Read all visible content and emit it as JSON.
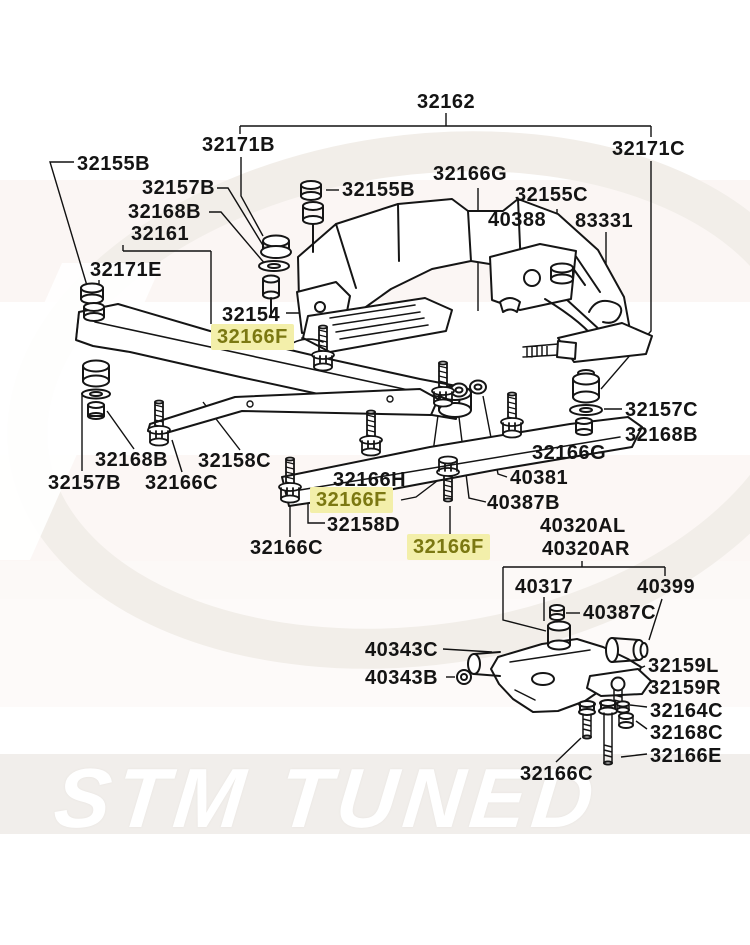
{
  "page": {
    "type": "exploded-parts-diagram",
    "subject": "front suspension crossmember and lower control arm"
  },
  "colors": {
    "background": "#ffffff",
    "linework": "#151515",
    "label_text": "#141414",
    "highlight_background": "#f3efaa",
    "highlight_text": "#7b7812",
    "watermark_text": "#ffffff",
    "watermark_band": "#f1eeeb"
  },
  "watermark": {
    "text": "STM TUNED"
  },
  "labels": [
    {
      "id": "32162",
      "text": "32162",
      "highlighted": false
    },
    {
      "id": "32171B",
      "text": "32171B",
      "highlighted": false
    },
    {
      "id": "32171C",
      "text": "32171C",
      "highlighted": false
    },
    {
      "id": "32155B-1",
      "text": "32155B",
      "highlighted": false
    },
    {
      "id": "32157B-1",
      "text": "32157B",
      "highlighted": false
    },
    {
      "id": "32168B-1",
      "text": "32168B",
      "highlighted": false
    },
    {
      "id": "32161",
      "text": "32161",
      "highlighted": false
    },
    {
      "id": "32171E",
      "text": "32171E",
      "highlighted": false
    },
    {
      "id": "32166G-1",
      "text": "32166G",
      "highlighted": false
    },
    {
      "id": "32155B-2",
      "text": "32155B",
      "highlighted": false
    },
    {
      "id": "32155C",
      "text": "32155C",
      "highlighted": false
    },
    {
      "id": "40388",
      "text": "40388",
      "highlighted": false
    },
    {
      "id": "83331",
      "text": "83331",
      "highlighted": false
    },
    {
      "id": "32154",
      "text": "32154",
      "highlighted": false
    },
    {
      "id": "32166F-1",
      "text": "32166F",
      "highlighted": true
    },
    {
      "id": "32157C",
      "text": "32157C",
      "highlighted": false
    },
    {
      "id": "32168B-2",
      "text": "32168B",
      "highlighted": false
    },
    {
      "id": "32166G-2",
      "text": "32166G",
      "highlighted": false
    },
    {
      "id": "32168B-3",
      "text": "32168B",
      "highlighted": false
    },
    {
      "id": "32158C",
      "text": "32158C",
      "highlighted": false
    },
    {
      "id": "32157B-2",
      "text": "32157B",
      "highlighted": false
    },
    {
      "id": "32166C-1",
      "text": "32166C",
      "highlighted": false
    },
    {
      "id": "32166H",
      "text": "32166H",
      "highlighted": false
    },
    {
      "id": "32166F-2",
      "text": "32166F",
      "highlighted": true
    },
    {
      "id": "32158D",
      "text": "32158D",
      "highlighted": false
    },
    {
      "id": "40381",
      "text": "40381",
      "highlighted": false
    },
    {
      "id": "40387B",
      "text": "40387B",
      "highlighted": false
    },
    {
      "id": "32166C-2",
      "text": "32166C",
      "highlighted": false
    },
    {
      "id": "32166F-3",
      "text": "32166F",
      "highlighted": true
    },
    {
      "id": "40320AL",
      "text": "40320AL",
      "highlighted": false
    },
    {
      "id": "40320AR",
      "text": "40320AR",
      "highlighted": false
    },
    {
      "id": "40317",
      "text": "40317",
      "highlighted": false
    },
    {
      "id": "40399",
      "text": "40399",
      "highlighted": false
    },
    {
      "id": "40387C",
      "text": "40387C",
      "highlighted": false
    },
    {
      "id": "40343C",
      "text": "40343C",
      "highlighted": false
    },
    {
      "id": "40343B",
      "text": "40343B",
      "highlighted": false
    },
    {
      "id": "32159L",
      "text": "32159L",
      "highlighted": false
    },
    {
      "id": "32159R",
      "text": "32159R",
      "highlighted": false
    },
    {
      "id": "32164C",
      "text": "32164C",
      "highlighted": false
    },
    {
      "id": "32168C",
      "text": "32168C",
      "highlighted": false
    },
    {
      "id": "32166E",
      "text": "32166E",
      "highlighted": false
    },
    {
      "id": "32166C-3",
      "text": "32166C",
      "highlighted": false
    }
  ]
}
